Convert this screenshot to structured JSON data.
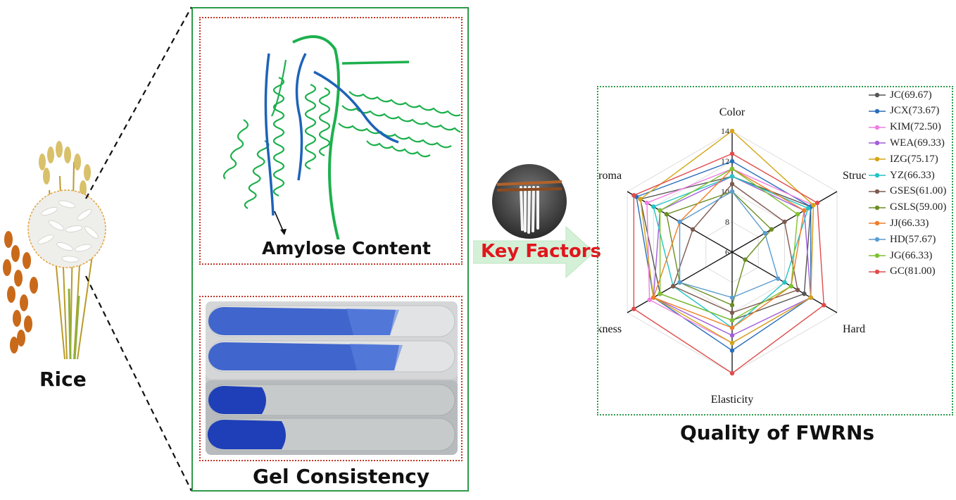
{
  "labels": {
    "rice": "Rice",
    "amylose": "Amylose Content",
    "gel": "Gel Consistency",
    "key_factors": "Key Factors",
    "quality": "Quality of FWRNs"
  },
  "colors": {
    "frame_green": "#2e9a4b",
    "dotted_red": "#c0392b",
    "key_factors_red": "#e0161d",
    "arrow_green": "#d4f0d7",
    "helix_green": "#1db04d",
    "helix_blue": "#1e63b8"
  },
  "chart_data": {
    "type": "radar",
    "axes": [
      "Color",
      "Structure state",
      "Hardness",
      "Elasticity",
      "Stickness",
      "Rice aroma"
    ],
    "rlim": [
      6,
      14
    ],
    "ticks": [
      "6",
      "8",
      "10",
      "12",
      "14"
    ],
    "grid": true,
    "legend_position": "right",
    "series": [
      {
        "name": "JC(69.67)",
        "color": "#555555",
        "values": [
          11.0,
          12.0,
          11.5,
          10.5,
          11.5,
          13.0
        ]
      },
      {
        "name": "JCX(73.67)",
        "color": "#2a6ebb",
        "values": [
          12.0,
          12.0,
          12.0,
          12.5,
          12.0,
          13.3
        ]
      },
      {
        "name": "KIM(72.50)",
        "color": "#f07ee0",
        "values": [
          11.5,
          12.2,
          12.0,
          12.0,
          12.3,
          12.5
        ]
      },
      {
        "name": "WEA(69.33)",
        "color": "#a25ddc",
        "values": [
          11.0,
          11.5,
          12.0,
          11.5,
          12.0,
          11.5
        ]
      },
      {
        "name": "IZG(75.17)",
        "color": "#d4a514",
        "values": [
          14.0,
          12.2,
          12.0,
          12.0,
          12.0,
          13.0
        ]
      },
      {
        "name": "YZ(66.33)",
        "color": "#22c4c4",
        "values": [
          11.0,
          11.8,
          10.0,
          11.0,
          10.5,
          12.0
        ]
      },
      {
        "name": "GSES(61.00)",
        "color": "#7f5a50",
        "values": [
          10.5,
          10.0,
          11.0,
          10.0,
          10.5,
          9.0
        ]
      },
      {
        "name": "GSLS(59.00)",
        "color": "#6b8e23",
        "values": [
          10.0,
          9.0,
          7.0,
          9.5,
          10.0,
          11.0
        ]
      },
      {
        "name": "JJ(66.33)",
        "color": "#f07d27",
        "values": [
          11.5,
          11.5,
          10.5,
          11.0,
          12.0,
          10.0
        ]
      },
      {
        "name": "HD(57.67)",
        "color": "#5a9cd0",
        "values": [
          10.0,
          8.5,
          9.5,
          9.0,
          10.0,
          10.0
        ]
      },
      {
        "name": "JG(66.33)",
        "color": "#7ec230",
        "values": [
          11.5,
          11.0,
          10.5,
          10.5,
          11.5,
          11.5
        ]
      },
      {
        "name": "GC(81.00)",
        "color": "#e04b4b",
        "values": [
          12.5,
          12.5,
          13.0,
          14.0,
          13.5,
          13.5
        ]
      }
    ]
  }
}
